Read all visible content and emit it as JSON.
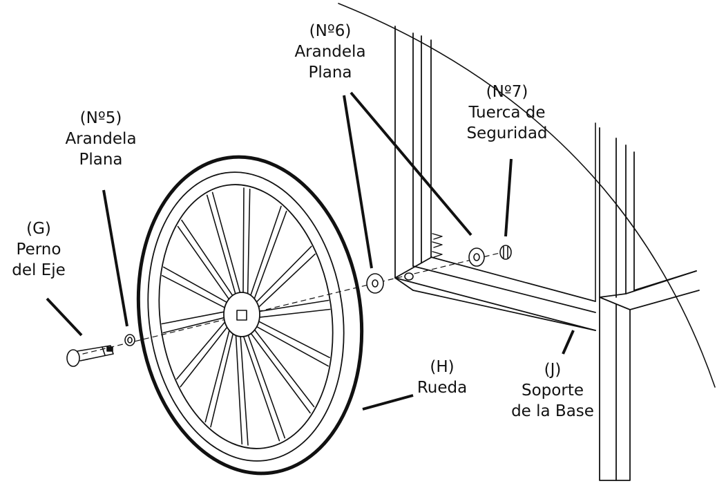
{
  "colors": {
    "ink": "#111111",
    "paper": "#ffffff"
  },
  "labels": {
    "washer_6": {
      "id": "(Nº6)",
      "line1": "Arandela",
      "line2": "Plana"
    },
    "nut_7": {
      "id": "(Nº7)",
      "line1": "Tuerca de",
      "line2": "Seguridad"
    },
    "washer_5": {
      "id": "(Nº5)",
      "line1": "Arandela",
      "line2": "Plana"
    },
    "axle_bolt": {
      "id": "(G)",
      "line1": "Perno",
      "line2": "del Eje"
    },
    "wheel": {
      "id": "(H)",
      "line1": "Rueda"
    },
    "base_support": {
      "id": "(J)",
      "line1": "Soporte",
      "line2": "de la Base"
    }
  }
}
